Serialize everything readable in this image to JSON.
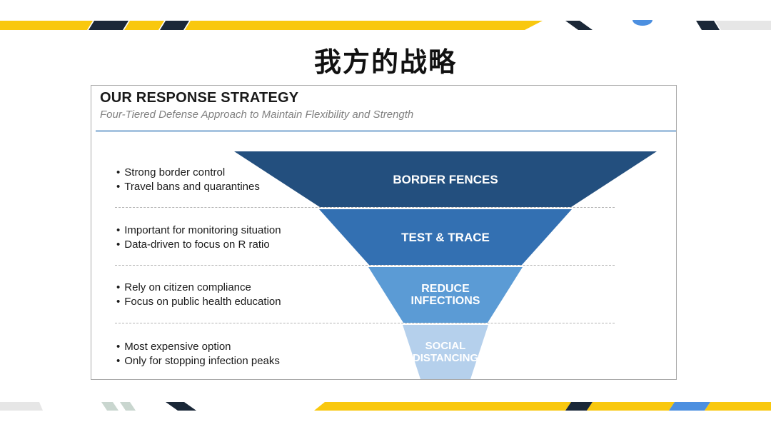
{
  "slide": {
    "title": "我方的战略"
  },
  "panel": {
    "heading": "OUR RESPONSE STRATEGY",
    "subheading": "Four-Tiered Defense Approach to Maintain Flexibility  and Strength"
  },
  "tiers": [
    {
      "label_lines": [
        "BORDER FENCES"
      ],
      "color": "#234f7e",
      "bullets": [
        "Strong border control",
        "Travel bans and quarantines"
      ]
    },
    {
      "label_lines": [
        "TEST & TRACE"
      ],
      "color": "#3370b2",
      "bullets": [
        "Important for monitoring situation",
        "Data-driven to focus on R ratio"
      ]
    },
    {
      "label_lines": [
        "REDUCE",
        "INFECTIONS"
      ],
      "color": "#5b9bd5",
      "bullets": [
        "Rely on citizen compliance",
        "Focus on public health education"
      ]
    },
    {
      "label_lines": [
        "SOCIAL",
        "DISTANCING"
      ],
      "color": "#b5d0ec",
      "bullets": [
        "Most expensive option",
        "Only for stopping infection peaks"
      ]
    }
  ],
  "colors": {
    "accent_yellow": "#f9c80e",
    "accent_navy": "#1b2838",
    "accent_blue": "#4c8fe0",
    "rule_blue": "#a7c4e0"
  }
}
